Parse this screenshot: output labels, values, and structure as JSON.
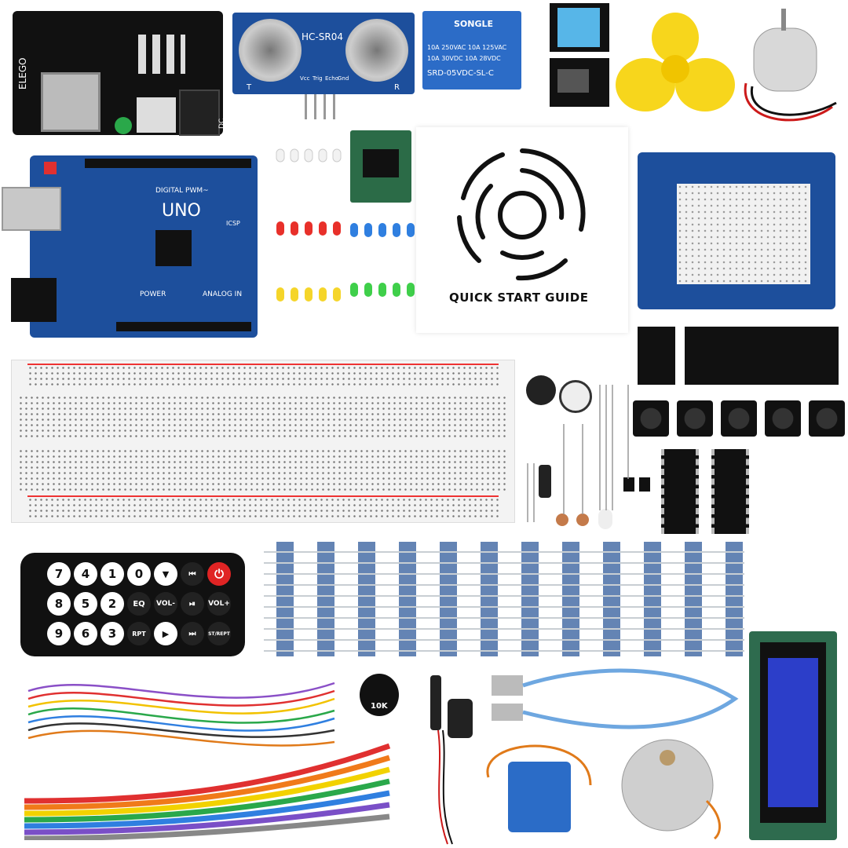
{
  "guide": {
    "title": "QUICK START GUIDE"
  },
  "power_module": {
    "silk": "ELEGO",
    "side_label": "DC in"
  },
  "ultrasonic": {
    "label": "HC-SR04",
    "pin1": "Vcc",
    "pin2": "Trig",
    "pin3": "Echo",
    "pin4": "Gnd",
    "left": "T",
    "right": "R"
  },
  "relay": {
    "brand": "SONGLE",
    "line1": "10A 250VAC 10A 125VAC",
    "line2": "10A 30VDC 10A 28VDC",
    "model": "SRD-05VDC-SL-C"
  },
  "uno": {
    "name": "UNO",
    "digital": "DIGITAL PWM~",
    "power": "POWER",
    "analog": "ANALOG IN",
    "icsp": "ICSP"
  },
  "pot": {
    "label": "10K"
  },
  "remote": {
    "keys": [
      "7",
      "4",
      "1",
      "0",
      "▼",
      "⏮",
      "⏻",
      "8",
      "5",
      "2",
      "EQ",
      "VOL-",
      "⏯",
      "VOL+",
      "9",
      "6",
      "3",
      "RPT",
      "▶",
      "⏭",
      "ST/REPT"
    ]
  },
  "colors": {
    "pcb_blue": "#1d4f9c",
    "led_red": "#e8302a",
    "led_blue": "#2f7fe0",
    "led_yellow": "#f5d52a",
    "led_green": "#3fcf4a",
    "fan": "#f7d61c"
  }
}
